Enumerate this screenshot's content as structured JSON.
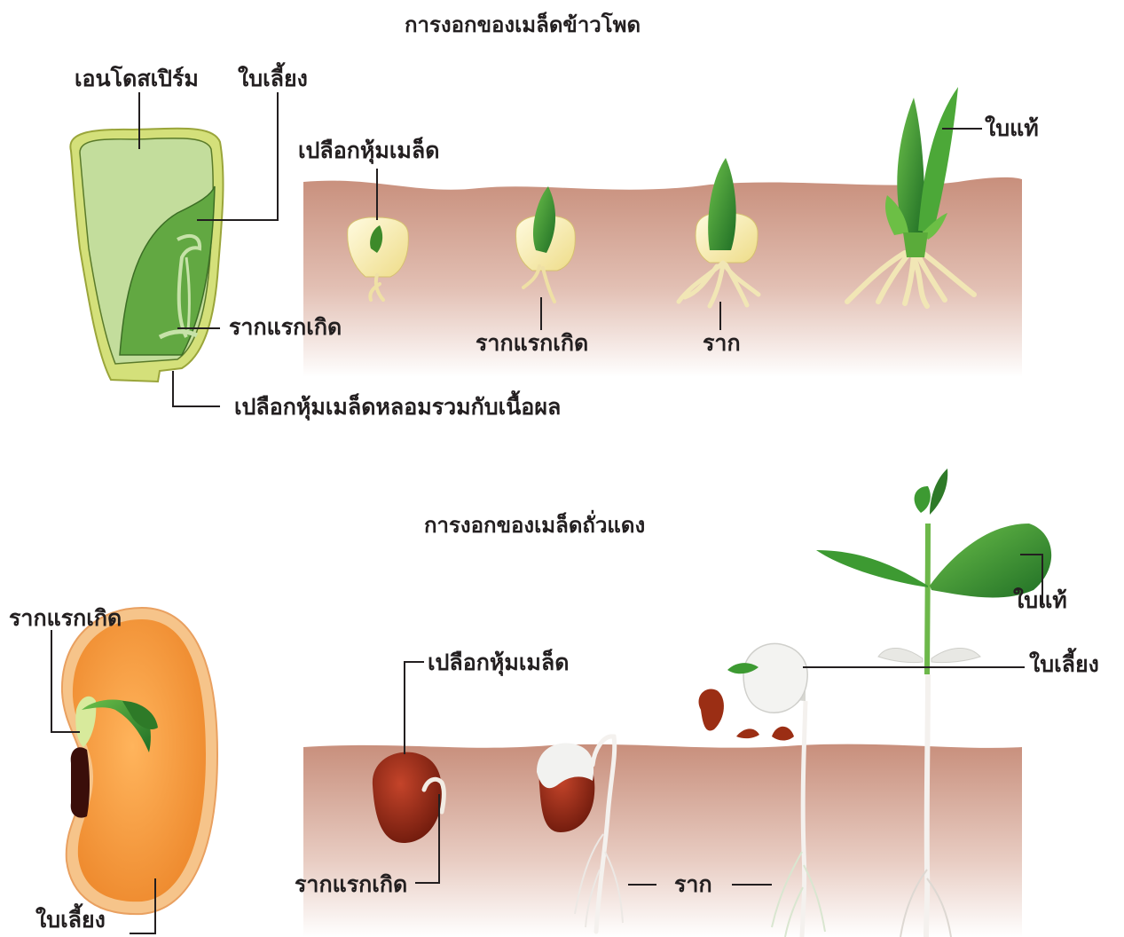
{
  "corn": {
    "title": "การงอกของเมล็ดข้าวโพด",
    "labels": {
      "endosperm": "เอนโดสเปิร์ม",
      "cotyledon": "ใบเลี้ยง",
      "seed_coat": "เปลือกหุ้มเมล็ด",
      "radicle_seed": "รากแรกเกิด",
      "radicle_stage": "รากแรกเกิด",
      "root": "ราก",
      "true_leaf": "ใบแท้",
      "pericarp": "เปลือกหุ้มเมล็ดหลอมรวมกับเนื้อผล"
    }
  },
  "bean": {
    "title": "การงอกของเมล็ดถั่วแดง",
    "labels": {
      "radicle_seed": "รากแรกเกิด",
      "cotyledon_seed": "ใบเลี้ยง",
      "seed_coat": "เปลือกหุ้มเมล็ด",
      "radicle_stage": "รากแรกเกิด",
      "root": "ราก",
      "true_leaf": "ใบแท้",
      "cotyledon_stage": "ใบเลี้ยง"
    }
  },
  "colors": {
    "soil_top": "#c8907e",
    "leaf_green": "#3d9a32",
    "corn_seed": "#c5dd9c",
    "bean_seed": "#f0963c",
    "bean_coat": "#8e2a14"
  }
}
